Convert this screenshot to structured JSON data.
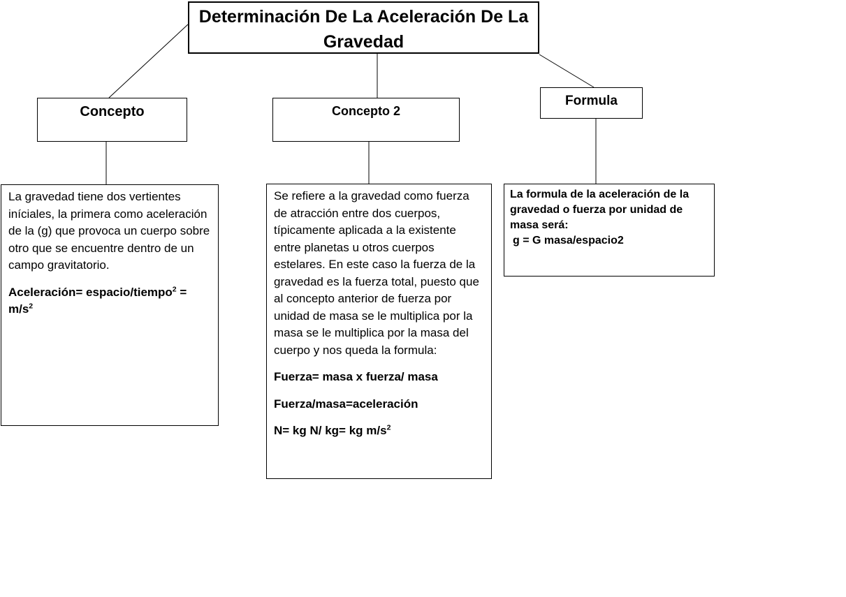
{
  "title": "Determinación De La Aceleración De La Gravedad",
  "branches": {
    "concepto": {
      "heading": "Concepto",
      "body": "La gravedad tiene dos vertientes iníciales, la primera como aceleración de la (g) que provoca un cuerpo sobre otro que se encuentre dentro de un campo gravitatorio.",
      "formula": {
        "p1": "Aceleración= espacio/tiempo",
        "p1_sup": "2",
        "p2": " = m/s",
        "p2_sup": "2"
      }
    },
    "concepto2": {
      "heading": "Concepto 2",
      "body": "Se refiere a la gravedad como fuerza de atracción entre dos cuerpos, típicamente aplicada a la existente entre planetas u otros cuerpos estelares. En este caso la fuerza de la gravedad es la fuerza total, puesto que al concepto anterior de fuerza por unidad de masa se le multiplica por la masa se le multiplica por la masa del cuerpo y nos queda la formula:",
      "formulas": {
        "f1": "Fuerza= masa x fuerza/ masa",
        "f2": "Fuerza/masa=aceleración",
        "f3": "N= kg N/ kg= kg m/s",
        "f3_sup": "2"
      }
    },
    "formula": {
      "heading": "Formula",
      "body": "La formula de la aceleración de la gravedad o fuerza por unidad de masa será:",
      "equation": "g = G masa/espacio2"
    }
  },
  "colors": {
    "border": "#000000",
    "text": "#000000",
    "background": "#ffffff"
  }
}
